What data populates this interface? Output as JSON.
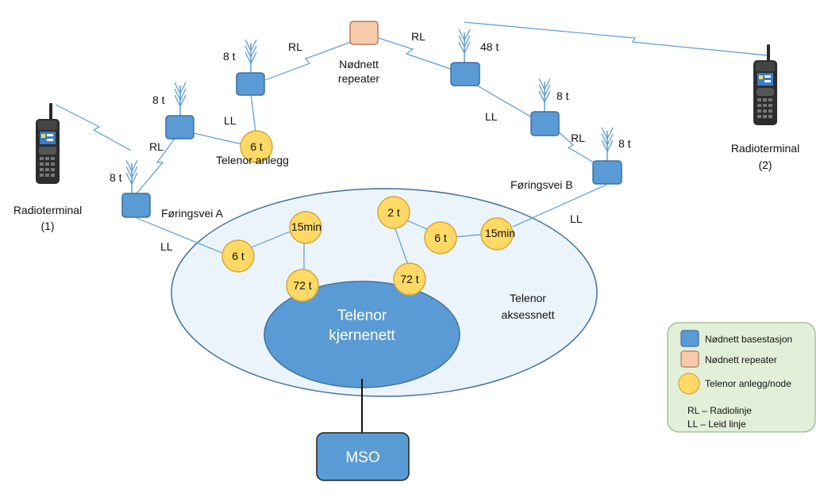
{
  "colors": {
    "basestation": "#5b9bd5",
    "basestation_border": "#3b6fa0",
    "repeater": "#f8cbad",
    "node": "#ffd966",
    "node_border": "#d6a63a",
    "access_net_fill": "#ebf4fb",
    "core_fill": "#5b9bd5",
    "legend_fill": "#e2efd9",
    "line": "#5b9bd5"
  },
  "labels": {
    "repeater_line1": "Nødnett",
    "repeater_line2": "repeater",
    "telenor_anlegg": "Telenor anlegg",
    "foringsvei_a": "Føringsvei A",
    "foringsvei_b": "Føringsvei B",
    "radioterminal1_line1": "Radioterminal",
    "radioterminal1_line2": "(1)",
    "radioterminal2_line1": "Radioterminal",
    "radioterminal2_line2": "(2)",
    "access_line1": "Telenor",
    "access_line2": "aksessnett",
    "core_line1": "Telenor",
    "core_line2": "kjernenett",
    "mso": "MSO"
  },
  "link_labels": {
    "rl_left_top": "RL",
    "rl_right_top": "RL",
    "rl_left": "RL",
    "rl_right": "RL",
    "ll_a_top": "LL",
    "ll_a": "LL",
    "ll_b_top": "LL",
    "ll_b": "LL"
  },
  "backup_times": {
    "bs_a1": "8 t",
    "bs_a2": "8 t",
    "bs_a3": "8 t",
    "bs_b1": "48 t",
    "bs_b2": "8 t",
    "bs_b3": "8 t",
    "node_anlegg": "6 t",
    "node_a_6t": "6 t",
    "node_a_15min": "15min",
    "node_a_72t": "72 t",
    "node_b_2t": "2 t",
    "node_b_6t": "6 t",
    "node_b_15min": "15min",
    "node_b_72t": "72 t"
  },
  "legend": {
    "basestation": "Nødnett basestasjon",
    "repeater": "Nødnett repeater",
    "node": "Telenor anlegg/node",
    "rl": "RL – Radiolinje",
    "ll": "LL – Leid linje"
  }
}
